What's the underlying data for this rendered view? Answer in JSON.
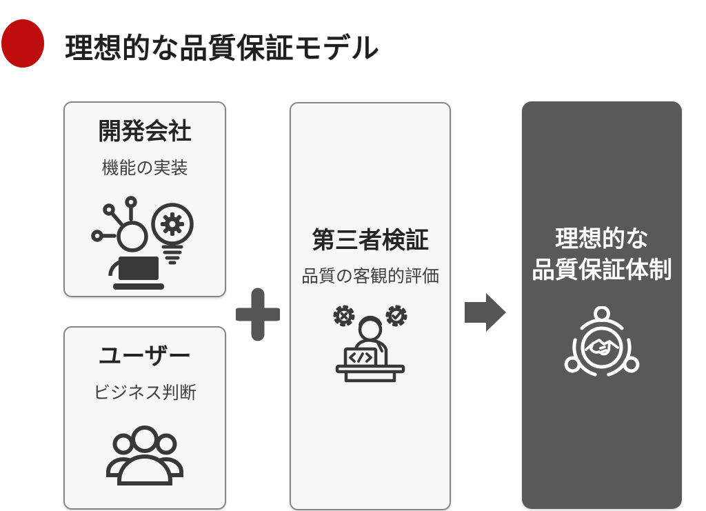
{
  "page": {
    "title": "理想的な品質保証モデル",
    "bullet_icon": "red-dot-icon"
  },
  "colors": {
    "accent_red": "#bf0d0d",
    "panel_background": "#f7f7f7",
    "panel_border": "#858585",
    "result_panel_background": "#595959",
    "connector_gray": "#555555",
    "icon_gray": "#383838",
    "title_ink": "#1f1f1f",
    "result_text": "#ffffff"
  },
  "cards": {
    "developer": {
      "title": "開発会社",
      "subtitle": "機能の実装",
      "icon": "developer-idea-laptop-icon"
    },
    "user": {
      "title": "ユーザー",
      "subtitle": "ビジネス判断",
      "icon": "user-group-icon"
    },
    "verification": {
      "title": "第三者検証",
      "subtitle": "品質の客観的評価",
      "icon": "qa-testing-gears-icon"
    },
    "result": {
      "title_line1": "理想的な",
      "title_line2": "品質保証体制",
      "icon": "partnership-handshake-icon"
    }
  },
  "connectors": {
    "plus": "plus-icon",
    "arrow": "arrow-right-icon"
  }
}
